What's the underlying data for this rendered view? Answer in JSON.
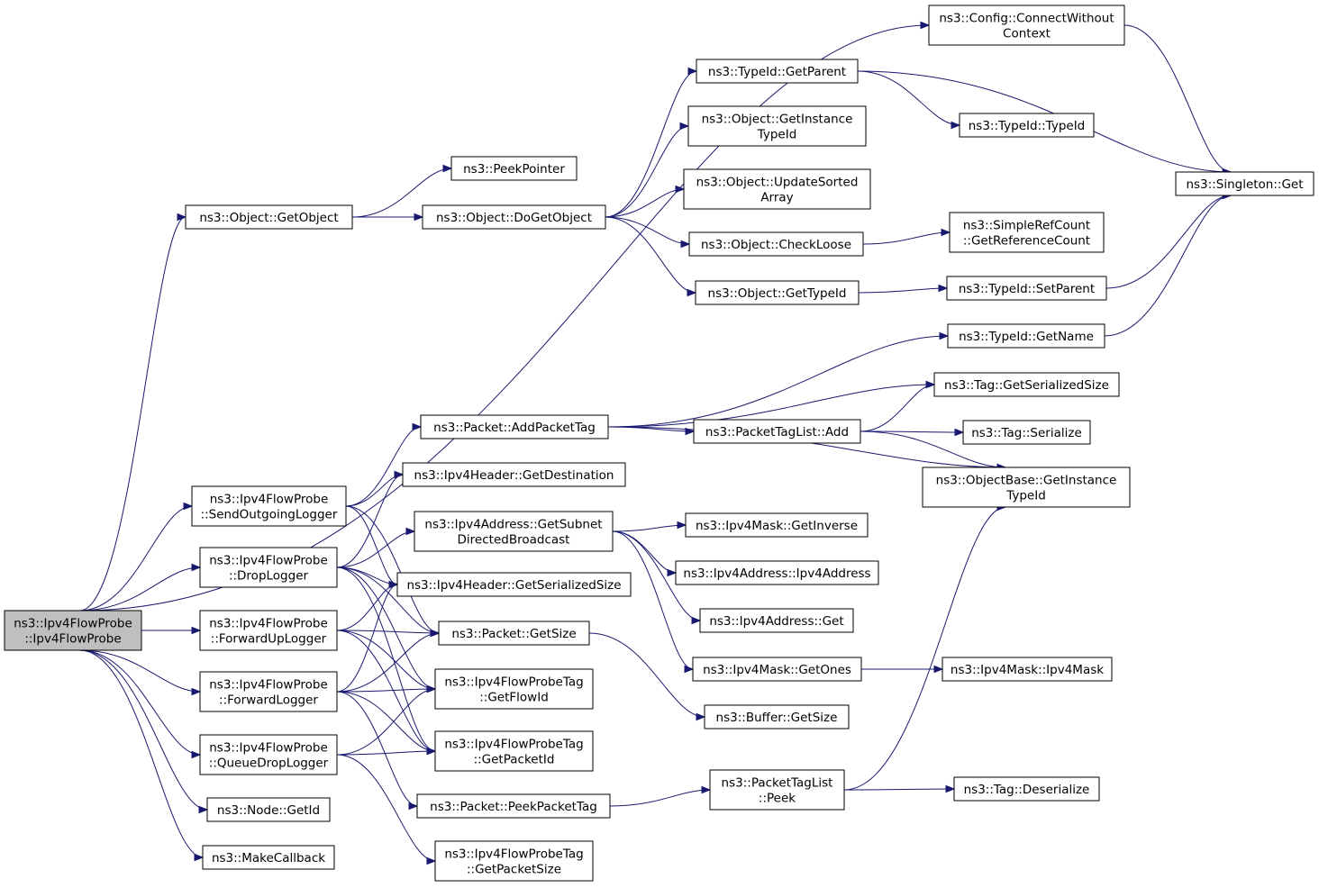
{
  "colors": {
    "edge": "#191970",
    "root_fill": "#bfbfbf",
    "node_fill": "#ffffff",
    "node_border": "#000000"
  },
  "nodes": [
    {
      "id": "root",
      "lines": [
        "ns3::Ipv4FlowProbe",
        "::Ipv4FlowProbe"
      ],
      "root": true
    },
    {
      "id": "connectWithoutContext",
      "lines": [
        "ns3::Config::ConnectWithout",
        "Context"
      ]
    },
    {
      "id": "getObject",
      "lines": [
        "ns3::Object::GetObject"
      ]
    },
    {
      "id": "sendOutgoingLogger",
      "lines": [
        "ns3::Ipv4FlowProbe",
        "::SendOutgoingLogger"
      ]
    },
    {
      "id": "dropLogger",
      "lines": [
        "ns3::Ipv4FlowProbe",
        "::DropLogger"
      ]
    },
    {
      "id": "forwardUpLogger",
      "lines": [
        "ns3::Ipv4FlowProbe",
        "::ForwardUpLogger"
      ]
    },
    {
      "id": "forwardLogger",
      "lines": [
        "ns3::Ipv4FlowProbe",
        "::ForwardLogger"
      ]
    },
    {
      "id": "queueDropLogger",
      "lines": [
        "ns3::Ipv4FlowProbe",
        "::QueueDropLogger"
      ]
    },
    {
      "id": "nodeGetId",
      "lines": [
        "ns3::Node::GetId"
      ]
    },
    {
      "id": "makeCallback",
      "lines": [
        "ns3::MakeCallback"
      ]
    },
    {
      "id": "peekPointer",
      "lines": [
        "ns3::PeekPointer"
      ]
    },
    {
      "id": "doGetObject",
      "lines": [
        "ns3::Object::DoGetObject"
      ]
    },
    {
      "id": "addPacketTag",
      "lines": [
        "ns3::Packet::AddPacketTag"
      ]
    },
    {
      "id": "getDestination",
      "lines": [
        "ns3::Ipv4Header::GetDestination"
      ]
    },
    {
      "id": "getSubnetDB",
      "lines": [
        "ns3::Ipv4Address::GetSubnet",
        "DirectedBroadcast"
      ]
    },
    {
      "id": "ipv4HdrSerSize",
      "lines": [
        "ns3::Ipv4Header::GetSerializedSize"
      ]
    },
    {
      "id": "packetGetSize",
      "lines": [
        "ns3::Packet::GetSize"
      ]
    },
    {
      "id": "getFlowId",
      "lines": [
        "ns3::Ipv4FlowProbeTag",
        "::GetFlowId"
      ]
    },
    {
      "id": "getPacketId",
      "lines": [
        "ns3::Ipv4FlowProbeTag",
        "::GetPacketId"
      ]
    },
    {
      "id": "peekPacketTag",
      "lines": [
        "ns3::Packet::PeekPacketTag"
      ]
    },
    {
      "id": "getPacketSize",
      "lines": [
        "ns3::Ipv4FlowProbeTag",
        "::GetPacketSize"
      ]
    },
    {
      "id": "typeIdGetParent",
      "lines": [
        "ns3::TypeId::GetParent"
      ]
    },
    {
      "id": "getInstanceTypeId",
      "lines": [
        "ns3::Object::GetInstance",
        "TypeId"
      ]
    },
    {
      "id": "updateSortedArray",
      "lines": [
        "ns3::Object::UpdateSorted",
        "Array"
      ]
    },
    {
      "id": "checkLoose",
      "lines": [
        "ns3::Object::CheckLoose"
      ]
    },
    {
      "id": "objGetTypeId",
      "lines": [
        "ns3::Object::GetTypeId"
      ]
    },
    {
      "id": "tagListAdd",
      "lines": [
        "ns3::PacketTagList::Add"
      ]
    },
    {
      "id": "getInverse",
      "lines": [
        "ns3::Ipv4Mask::GetInverse"
      ]
    },
    {
      "id": "ipv4AddressCtor",
      "lines": [
        "ns3::Ipv4Address::Ipv4Address"
      ]
    },
    {
      "id": "ipv4AddressGet",
      "lines": [
        "ns3::Ipv4Address::Get"
      ]
    },
    {
      "id": "getOnes",
      "lines": [
        "ns3::Ipv4Mask::GetOnes"
      ]
    },
    {
      "id": "bufferGetSize",
      "lines": [
        "ns3::Buffer::GetSize"
      ]
    },
    {
      "id": "tagListPeek",
      "lines": [
        "ns3::PacketTagList",
        "::Peek"
      ]
    },
    {
      "id": "typeIdCtor",
      "lines": [
        "ns3::TypeId::TypeId"
      ]
    },
    {
      "id": "singletonGet",
      "lines": [
        "ns3::Singleton::Get"
      ]
    },
    {
      "id": "getReferenceCount",
      "lines": [
        "ns3::SimpleRefCount",
        "::GetReferenceCount"
      ]
    },
    {
      "id": "setParent",
      "lines": [
        "ns3::TypeId::SetParent"
      ]
    },
    {
      "id": "getName",
      "lines": [
        "ns3::TypeId::GetName"
      ]
    },
    {
      "id": "tagGetSerSize",
      "lines": [
        "ns3::Tag::GetSerializedSize"
      ]
    },
    {
      "id": "tagSerialize",
      "lines": [
        "ns3::Tag::Serialize"
      ]
    },
    {
      "id": "objBaseGetInstTypeId",
      "lines": [
        "ns3::ObjectBase::GetInstance",
        "TypeId"
      ]
    },
    {
      "id": "ipv4MaskCtor",
      "lines": [
        "ns3::Ipv4Mask::Ipv4Mask"
      ]
    },
    {
      "id": "tagDeserialize",
      "lines": [
        "ns3::Tag::Deserialize"
      ]
    }
  ],
  "edges": [
    {
      "from": "root",
      "to": "connectWithoutContext"
    },
    {
      "from": "root",
      "to": "getObject"
    },
    {
      "from": "root",
      "to": "sendOutgoingLogger"
    },
    {
      "from": "root",
      "to": "dropLogger"
    },
    {
      "from": "root",
      "to": "forwardUpLogger"
    },
    {
      "from": "root",
      "to": "forwardLogger"
    },
    {
      "from": "root",
      "to": "queueDropLogger"
    },
    {
      "from": "root",
      "to": "nodeGetId"
    },
    {
      "from": "root",
      "to": "makeCallback"
    },
    {
      "from": "getObject",
      "to": "peekPointer"
    },
    {
      "from": "getObject",
      "to": "doGetObject"
    },
    {
      "from": "doGetObject",
      "to": "typeIdGetParent"
    },
    {
      "from": "doGetObject",
      "to": "getInstanceTypeId"
    },
    {
      "from": "doGetObject",
      "to": "updateSortedArray"
    },
    {
      "from": "doGetObject",
      "to": "checkLoose"
    },
    {
      "from": "doGetObject",
      "to": "objGetTypeId"
    },
    {
      "from": "typeIdGetParent",
      "to": "typeIdCtor"
    },
    {
      "from": "typeIdGetParent",
      "to": "singletonGet"
    },
    {
      "from": "checkLoose",
      "to": "getReferenceCount"
    },
    {
      "from": "objGetTypeId",
      "to": "setParent"
    },
    {
      "from": "setParent",
      "to": "singletonGet"
    },
    {
      "from": "getName",
      "to": "singletonGet"
    },
    {
      "from": "connectWithoutContext",
      "to": "singletonGet"
    },
    {
      "from": "sendOutgoingLogger",
      "to": "addPacketTag"
    },
    {
      "from": "sendOutgoingLogger",
      "to": "getDestination"
    },
    {
      "from": "sendOutgoingLogger",
      "to": "ipv4HdrSerSize"
    },
    {
      "from": "sendOutgoingLogger",
      "to": "packetGetSize"
    },
    {
      "from": "dropLogger",
      "to": "getDestination"
    },
    {
      "from": "dropLogger",
      "to": "getSubnetDB"
    },
    {
      "from": "dropLogger",
      "to": "ipv4HdrSerSize"
    },
    {
      "from": "dropLogger",
      "to": "packetGetSize"
    },
    {
      "from": "dropLogger",
      "to": "getFlowId"
    },
    {
      "from": "dropLogger",
      "to": "getPacketId"
    },
    {
      "from": "forwardUpLogger",
      "to": "ipv4HdrSerSize"
    },
    {
      "from": "forwardUpLogger",
      "to": "packetGetSize"
    },
    {
      "from": "forwardUpLogger",
      "to": "getFlowId"
    },
    {
      "from": "forwardUpLogger",
      "to": "getPacketId"
    },
    {
      "from": "forwardLogger",
      "to": "ipv4HdrSerSize"
    },
    {
      "from": "forwardLogger",
      "to": "packetGetSize"
    },
    {
      "from": "forwardLogger",
      "to": "getFlowId"
    },
    {
      "from": "forwardLogger",
      "to": "getPacketId"
    },
    {
      "from": "forwardLogger",
      "to": "peekPacketTag"
    },
    {
      "from": "queueDropLogger",
      "to": "getFlowId"
    },
    {
      "from": "queueDropLogger",
      "to": "getPacketId"
    },
    {
      "from": "queueDropLogger",
      "to": "getPacketSize"
    },
    {
      "from": "addPacketTag",
      "to": "getName"
    },
    {
      "from": "addPacketTag",
      "to": "tagGetSerSize"
    },
    {
      "from": "addPacketTag",
      "to": "tagListAdd"
    },
    {
      "from": "addPacketTag",
      "to": "objBaseGetInstTypeId"
    },
    {
      "from": "tagListAdd",
      "to": "tagGetSerSize"
    },
    {
      "from": "tagListAdd",
      "to": "tagSerialize"
    },
    {
      "from": "tagListAdd",
      "to": "objBaseGetInstTypeId"
    },
    {
      "from": "getSubnetDB",
      "to": "getInverse"
    },
    {
      "from": "getSubnetDB",
      "to": "ipv4AddressCtor"
    },
    {
      "from": "getSubnetDB",
      "to": "ipv4AddressGet"
    },
    {
      "from": "getSubnetDB",
      "to": "getOnes"
    },
    {
      "from": "getOnes",
      "to": "ipv4MaskCtor"
    },
    {
      "from": "packetGetSize",
      "to": "bufferGetSize"
    },
    {
      "from": "peekPacketTag",
      "to": "tagListPeek"
    },
    {
      "from": "tagListPeek",
      "to": "objBaseGetInstTypeId"
    },
    {
      "from": "tagListPeek",
      "to": "tagDeserialize"
    }
  ]
}
